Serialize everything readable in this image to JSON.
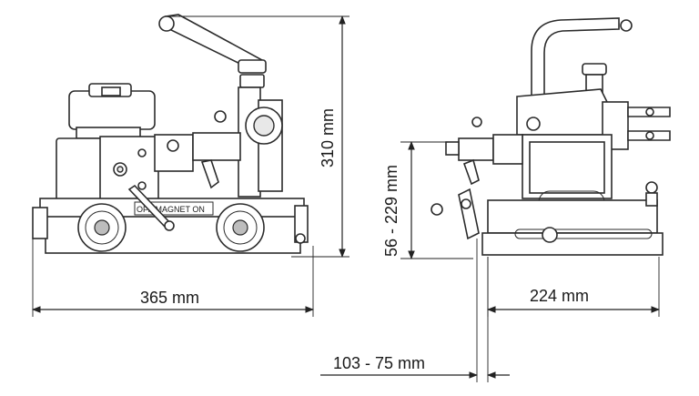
{
  "dimensions": {
    "width_left": "365 mm",
    "height": "310 mm",
    "range_height": "56 - 229 mm",
    "width_right": "224 mm",
    "offset": "103 - 75 mm"
  },
  "labels": {
    "switch_text": "OFF MAGNET ON"
  }
}
